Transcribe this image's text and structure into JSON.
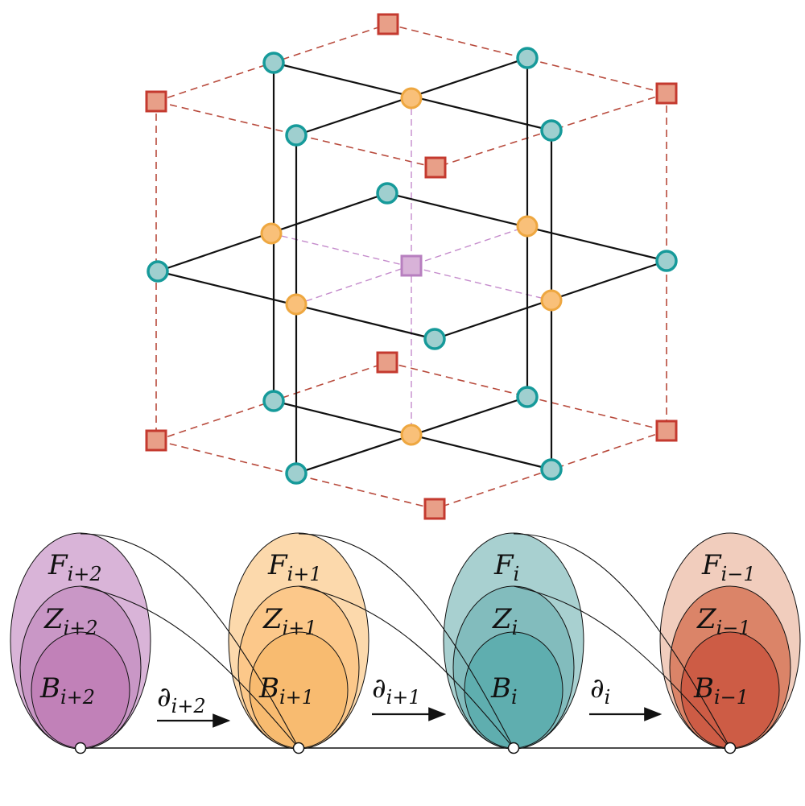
{
  "colors": {
    "edge": "#111111",
    "red_dash": "#b84a3c",
    "purple_dash": "#c58ccc",
    "teal_node_fill": "#9fcfcf",
    "teal_node_stroke": "#169a9a",
    "orange_node_fill": "#f9c079",
    "orange_node_stroke": "#eea740",
    "red_square_fill": "#e89f88",
    "red_square_stroke": "#c43a2f",
    "purple_square_fill": "#d8b2d8",
    "purple_square_stroke": "#b77fbf",
    "sets": {
      "i+2": [
        "#d9b4d8",
        "#c997c6",
        "#c181b8"
      ],
      "i+1": [
        "#fcd9ac",
        "#fcc88a",
        "#f8bb70"
      ],
      "i": [
        "#a8d0d0",
        "#82bcbd",
        "#5faeaf"
      ],
      "i-1": [
        "#f1cdbd",
        "#db8468",
        "#cd5c45"
      ]
    }
  },
  "chain": {
    "groups": [
      {
        "id": "i+2",
        "F": {
          "main": "F",
          "sub": "i+2"
        },
        "Z": {
          "main": "Z",
          "sub": "i+2"
        },
        "B": {
          "main": "B",
          "sub": "i+2"
        }
      },
      {
        "id": "i+1",
        "F": {
          "main": "F",
          "sub": "i+1"
        },
        "Z": {
          "main": "Z",
          "sub": "i+1"
        },
        "B": {
          "main": "B",
          "sub": "i+1"
        }
      },
      {
        "id": "i",
        "F": {
          "main": "F",
          "sub": "i"
        },
        "Z": {
          "main": "Z",
          "sub": "i"
        },
        "B": {
          "main": "B",
          "sub": "i"
        }
      },
      {
        "id": "i-1",
        "F": {
          "main": "F",
          "sub": "i−1"
        },
        "Z": {
          "main": "Z",
          "sub": "i−1"
        },
        "B": {
          "main": "B",
          "sub": "i−1"
        }
      }
    ],
    "maps": [
      {
        "main": "∂",
        "sub": "i+2"
      },
      {
        "main": "∂",
        "sub": "i+1"
      },
      {
        "main": "∂",
        "sub": "i"
      }
    ]
  }
}
